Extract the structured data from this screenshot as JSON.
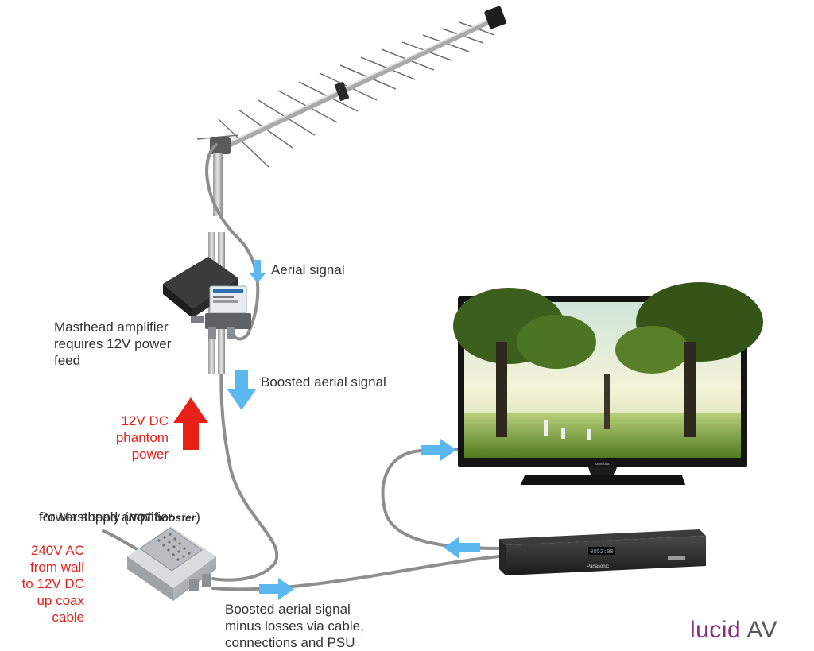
{
  "labels": {
    "aerial_signal": "Aerial signal",
    "masthead_amp": "Masthead amplifier\nrequires 12V power\nfeed",
    "boosted_signal": "Boosted aerial signal",
    "phantom_power": "12V DC\nphantom\npower",
    "psu_prefix": "Power supply (",
    "psu_emphasis": "NOT booster",
    "psu_suffix": ")",
    "psu_line2": "for Masthead amplifier",
    "ac_input": "240V AC\nfrom wall\nto 12V DC\nup coax\ncable",
    "boosted_minus_losses": "Boosted aerial signal\nminus losses via cable,\nconnections and PSU"
  },
  "logo": {
    "part1": "lucid",
    "part2": " AV"
  },
  "devices": {
    "tv_brand": "SAMSUNG",
    "recorder_brand": "Panasonic",
    "recorder_display": "0052:00"
  },
  "colors": {
    "signal_arrow": "#5ab8ee",
    "power_arrow": "#e8201a",
    "cable": "#8e8e8e",
    "label_red": "#e8201a",
    "logo_purple": "#8a2f7e",
    "logo_grey": "#595959"
  }
}
